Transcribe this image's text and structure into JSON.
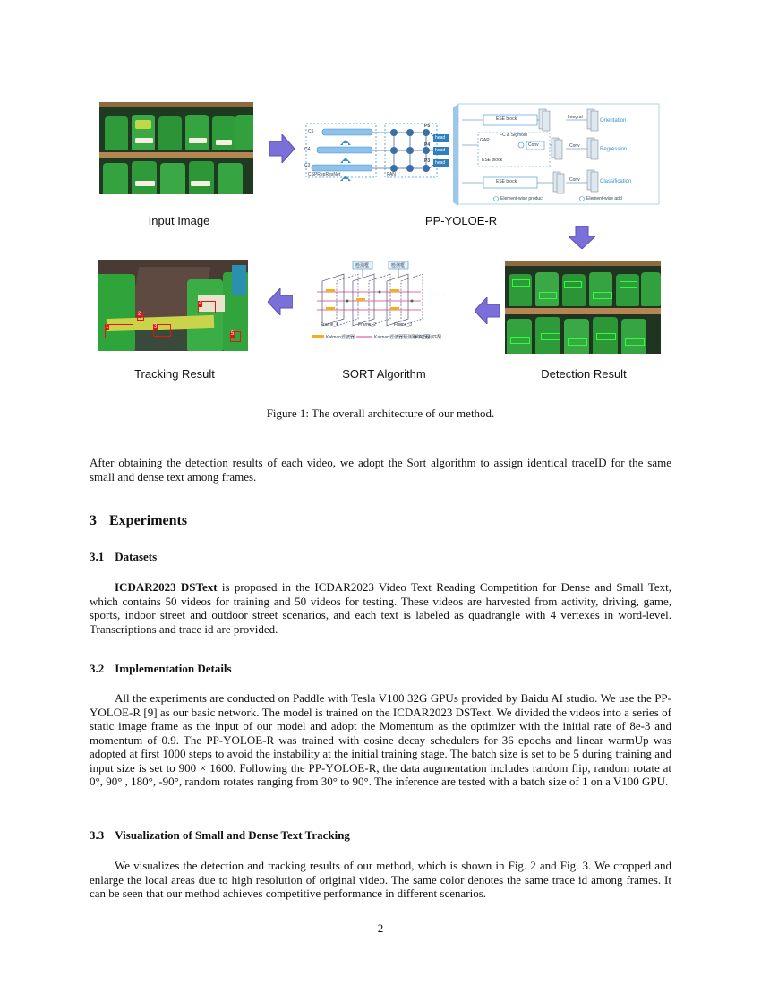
{
  "figure": {
    "panels": {
      "input_image": "Input Image",
      "pp_yoloe_r": "PP-YOLOE-R",
      "tracking_result": "Tracking Result",
      "sort_algorithm": "SORT Algorithm",
      "detection_result": "Detection Result"
    },
    "yoloe_blocks": {
      "c5": "C5",
      "c4": "C4",
      "c3": "C3",
      "backbone": "CSPRepResNet",
      "pan": "PAN",
      "p5": "P5",
      "p4": "P4",
      "p3": "P3",
      "head": "head",
      "ese_block": "ESE block",
      "gap": "GAP",
      "fc_sigmoid": "FC & Sigmoid",
      "conv": "Conv",
      "integral": "Integral",
      "orientation": "Orientation",
      "regression": "Regression",
      "classification": "Classification",
      "elem_product": "Element-wise product",
      "elem_add": "Element-wise add"
    },
    "sort_blocks": {
      "top_label": "检测框",
      "frame1": "Frame_1",
      "frame2": "Frame_2",
      "frame3": "Frame_3",
      "dots": ". . . .",
      "legend1": "Kalman滤波器",
      "legend2": "Kalman滤波器预测跟踪过程",
      "legend3": "匈牙利匹配"
    },
    "tracking_tags": [
      "1",
      "2",
      "3",
      "4",
      "5"
    ],
    "caption": "Figure 1: The overall architecture of our method."
  },
  "intro_paragraph": "After obtaining the detection results of each video, we adopt the Sort algorithm to assign identical traceID for the same small and dense text among frames.",
  "section3": {
    "number": "3",
    "title": "Experiments"
  },
  "sub31": {
    "number": "3.1",
    "title": "Datasets",
    "bold_lead": "ICDAR2023 DSText",
    "text": " is proposed in the ICDAR2023 Video Text Reading Competition for Dense and Small Text, which contains 50 videos for training and 50 videos for testing. These videos are harvested from activity, driving, game, sports, indoor street and outdoor street scenarios, and each text is labeled as quadrangle with 4 vertexes in word-level. Transcriptions and trace id are provided."
  },
  "sub32": {
    "number": "3.2",
    "title": "Implementation Details",
    "text": "All the experiments are conducted on Paddle with Tesla V100 32G GPUs provided by Baidu AI studio. We use the PP-YOLOE-R [9] as our basic network. The model is trained on the ICDAR2023 DSText. We divided the videos into a series of static image frame as the input of our model and adopt the Momentum as the optimizer with the initial rate of 8e-3 and momentum of 0.9. The PP-YOLOE-R was trained with cosine decay schedulers for 36 epochs and linear warmUp was adopted at first 1000 steps to avoid the instability at the initial training stage. The batch size is set to be 5 during training and input size is set to 900 × 1600. Following the PP-YOLOE-R, the data augmentation includes random flip, random rotate at 0°, 90° , 180°, -90°, random rotates ranging from 30° to 90°. The inference are tested with a batch size of 1 on a V100 GPU."
  },
  "sub33": {
    "number": "3.3",
    "title": "Visualization of Small and Dense Text Tracking",
    "text": "We visualizes the detection and tracking results of our method, which is shown in Fig. 2 and Fig. 3. We cropped and enlarge the local areas due to high resolution of original video. The same color denotes the same trace id among frames. It can be seen that our method achieves competitive performance in different scenarios."
  },
  "page_number": "2",
  "colors": {
    "arrow": "#7b6fd8",
    "box_red": "#ee1111",
    "box_green": "#2cff3c",
    "diagram_blue": "#3b8fcf"
  }
}
